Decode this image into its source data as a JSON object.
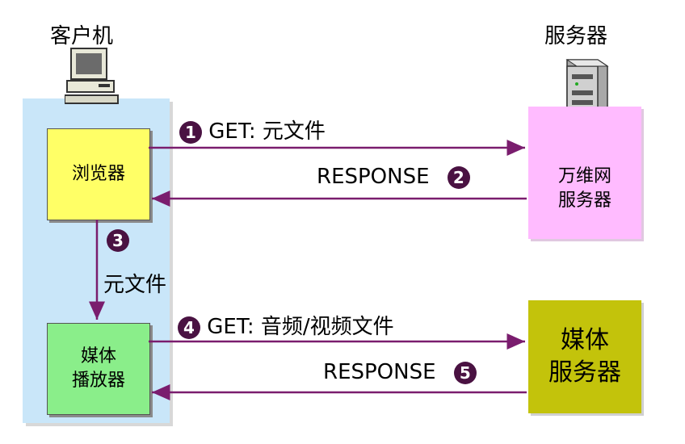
{
  "titles": {
    "client": "客户机",
    "server": "服务器"
  },
  "boxes": {
    "browser": "浏览器",
    "player_line1": "媒体",
    "player_line2": "播放器",
    "web_server_line1": "万维网",
    "web_server_line2": "服务器",
    "media_server_line1": "媒体",
    "media_server_line2": "服务器"
  },
  "steps": [
    {
      "num": "1",
      "label": "GET: 元文件"
    },
    {
      "num": "2",
      "label": "RESPONSE"
    },
    {
      "num": "3",
      "label": "元文件"
    },
    {
      "num": "4",
      "label": "GET: 音频/视频文件"
    },
    {
      "num": "5",
      "label": "RESPONSE"
    }
  ],
  "colors": {
    "arrow": "#7a1d6e",
    "badge": "#4a1242",
    "client_panel": "#c9e6f9",
    "browser": "#ffff66",
    "player": "#8aee8a",
    "web_server": "#ffbbff",
    "media_server": "#c3c30b"
  }
}
